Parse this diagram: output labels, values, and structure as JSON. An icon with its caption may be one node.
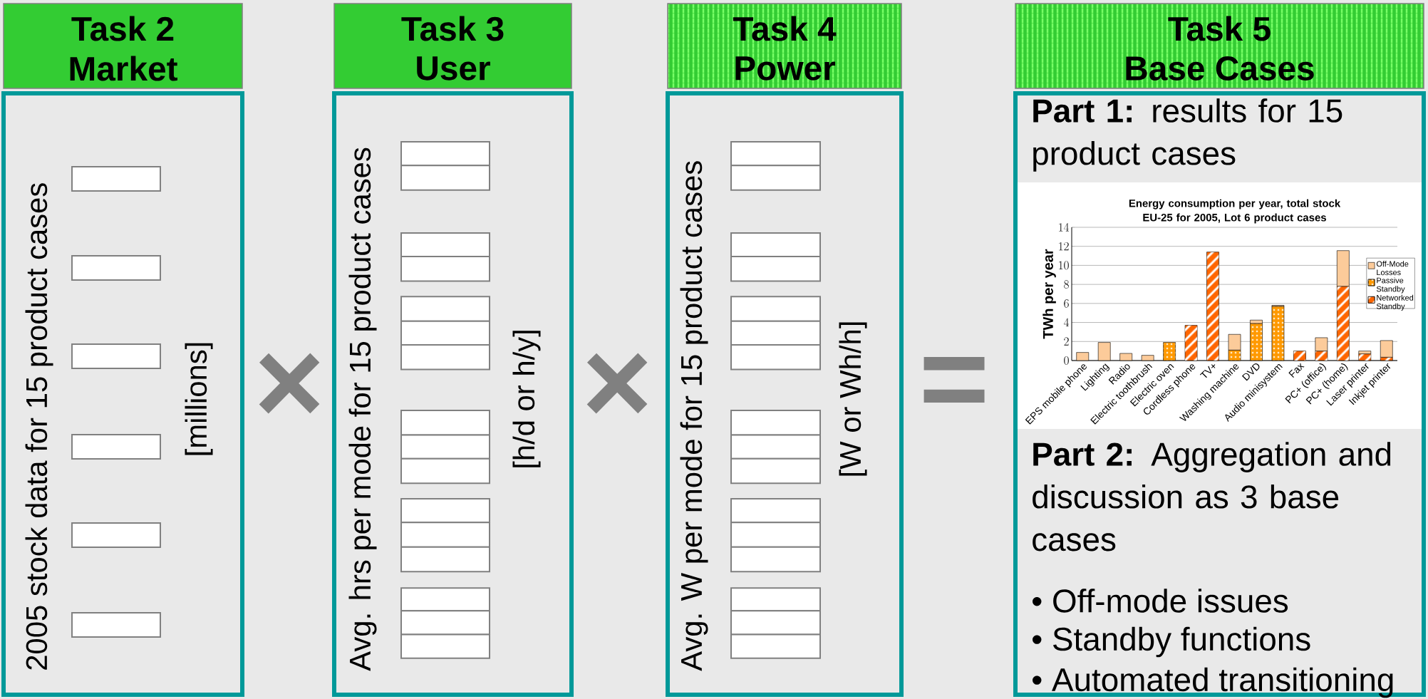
{
  "diagram": {
    "nodes": [
      {
        "text": [
          "Task 2",
          "Market"
        ]
      },
      {
        "text": [
          "2005 stock data for 15 product cases",
          "[millions]"
        ]
      },
      {
        "text": [],
        "shape": "box",
        "in": 1
      },
      {
        "text": [],
        "shape": "box",
        "in": 1
      },
      {
        "text": [],
        "shape": "box",
        "in": 1
      },
      {
        "text": [],
        "shape": "box",
        "in": 1
      },
      {
        "text": [],
        "shape": "box",
        "in": 1
      },
      {
        "text": [],
        "shape": "box",
        "in": 1
      },
      {
        "text": [
          "Task 3",
          "User"
        ]
      },
      {
        "text": [
          "Avg. hrs per mode for 15 product cases",
          "[h/d or h/y]"
        ]
      },
      {
        "text": [],
        "shape": "box",
        "in": 9
      },
      {
        "text": [],
        "shape": "box",
        "in": 9
      },
      {
        "text": [],
        "shape": "box",
        "in": 9
      },
      {
        "text": [],
        "shape": "box",
        "in": 9
      },
      {
        "text": [],
        "shape": "box",
        "in": 9
      },
      {
        "text": [],
        "shape": "box",
        "in": 9
      },
      {
        "text": [],
        "shape": "box",
        "in": 9
      },
      {
        "text": [],
        "shape": "box",
        "in": 9
      },
      {
        "text": [],
        "shape": "box",
        "in": 9
      },
      {
        "text": [],
        "shape": "box",
        "in": 9
      },
      {
        "text": [],
        "shape": "box",
        "in": 9
      },
      {
        "text": [],
        "shape": "box",
        "in": 9
      },
      {
        "text": [],
        "shape": "box",
        "in": 9
      },
      {
        "text": [],
        "shape": "box",
        "in": 9
      },
      {
        "text": [],
        "shape": "box",
        "in": 9
      },
      {
        "text": [],
        "shape": "box",
        "in": 9
      },
      {
        "text": [
          "Task 4",
          "Power"
        ]
      },
      {
        "text": [
          "Avg. W per mode for 15 product cases",
          "[W or Wh/h]"
        ]
      },
      {
        "text": [],
        "shape": "box",
        "in": 27
      },
      {
        "text": [],
        "shape": "box",
        "in": 27
      },
      {
        "text": [],
        "shape": "box",
        "in": 27
      },
      {
        "text": [],
        "shape": "box",
        "in": 27
      },
      {
        "text": [],
        "shape": "box",
        "in": 27
      },
      {
        "text": [],
        "shape": "box",
        "in": 27
      },
      {
        "text": [],
        "shape": "box",
        "in": 27
      },
      {
        "text": [],
        "shape": "box",
        "in": 27
      },
      {
        "text": [],
        "shape": "box",
        "in": 27
      },
      {
        "text": [],
        "shape": "box",
        "in": 27
      },
      {
        "text": [],
        "shape": "box",
        "in": 27
      },
      {
        "text": [],
        "shape": "box",
        "in": 27
      },
      {
        "text": [],
        "shape": "box",
        "in": 27
      },
      {
        "text": [],
        "shape": "box",
        "in": 27
      },
      {
        "text": [],
        "shape": "box",
        "in": 27
      },
      {
        "text": [],
        "shape": "box",
        "in": 27
      },
      {
        "text": [
          "Task 5",
          "Base Cases"
        ]
      },
      {
        "text": [
          "**Part 1:** results for 15 product cases",
          "**Part 2:** Aggregation and discussion as 3 base cases",
          "• Off-mode issues",
          "• Standby functions",
          "• Automated transitioning"
        ]
      }
    ],
    "labels": [
      "×",
      "×",
      "="
    ],
    "chart_data": {
      "type": "bar",
      "title": "Energy consumption per year, total stock EU-25 for 2005, Lot 6 product cases",
      "ylabel": "TWh per year",
      "categories": [
        "EPS mobile phone",
        "Lighting",
        "Radio",
        "Electric toothbrush",
        "Electric oven",
        "Cordless phone",
        "TV+",
        "Washing machine",
        "DVD",
        "Audio minisystem",
        "Fax",
        "PC+ (office)",
        "PC+ (home)",
        "Laser printer",
        "Inkjet printer"
      ],
      "series": [
        {
          "name": "Networked Standby",
          "color": "#ff6600",
          "values": [
            0,
            0,
            0,
            0,
            0,
            3.7,
            11.4,
            0,
            0,
            0,
            1.0,
            1.0,
            7.8,
            0.7,
            0.35
          ]
        },
        {
          "name": "Passive Standby",
          "color": "#ff9900",
          "values": [
            0,
            0,
            0,
            0,
            1.9,
            0,
            0,
            1.1,
            3.9,
            5.7,
            0,
            0,
            0,
            0,
            0
          ]
        },
        {
          "name": "Off-Mode Losses",
          "color": "#fccb9a",
          "values": [
            0.85,
            1.9,
            0.75,
            0.55,
            0,
            0,
            0,
            1.65,
            0.35,
            0.1,
            0,
            1.4,
            3.75,
            0.3,
            1.75
          ]
        }
      ],
      "ylim": [
        0,
        14
      ],
      "yticks": [
        0,
        2,
        4,
        6,
        8,
        10,
        12,
        14
      ],
      "stacked": true,
      "grid": true,
      "legend": "right"
    }
  }
}
